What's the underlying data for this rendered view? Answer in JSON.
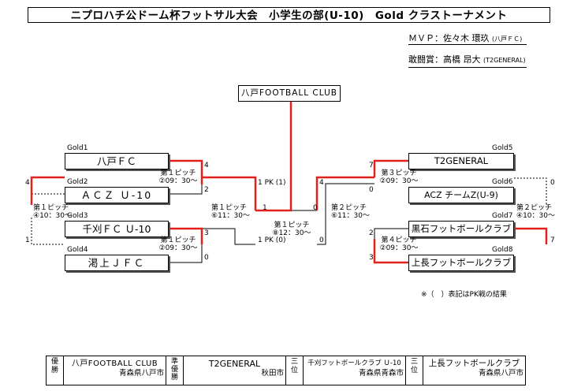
{
  "title": "ニプロハチ公ドーム杯フットサル大会　小学生の部(U-10)　Gold クラストーナメント",
  "awards": {
    "mvp_label": "ＭＶＰ：",
    "mvp_name": "佐々木 環玖",
    "mvp_team": "(八戸ＦＣ)",
    "fighting_label": "敢闘賞：",
    "fighting_name": "高橋 昂大",
    "fighting_team": "(T2GENERAL)"
  },
  "final": {
    "champion": "八戸FOOTBALL CLUB",
    "info": [
      "第１ピッチ",
      "⑧12：30～"
    ]
  },
  "left": {
    "slots": [
      "Gold1",
      "Gold2",
      "Gold3",
      "Gold4"
    ],
    "teams": [
      "八戸ＦＣ",
      "ＡＣＺ Ｕ-10",
      "千刈ＦＣ Ｕ-10",
      "渇上ＪＦＣ"
    ],
    "m1": {
      "info": [
        "第１ピッチ",
        "②09：30～"
      ],
      "s_top": "4",
      "s_bot": "2"
    },
    "m2": {
      "info": [
        "第１ピッチ",
        "②09：30～"
      ],
      "s_top": "3",
      "s_bot": "0"
    },
    "semi": {
      "info": [
        "第１ピッチ",
        "⑥11：30～"
      ],
      "s_top": "1 PK (1)",
      "s_bot": "1 PK (0)"
    },
    "third": {
      "info": [
        "第１ピッチ",
        "④10：30～"
      ],
      "s_top": "4",
      "s_bot": "1"
    }
  },
  "right": {
    "slots": [
      "Gold5",
      "Gold6",
      "Gold7",
      "Gold8"
    ],
    "teams": [
      "T2GENERAL",
      "ACZ チームZ(U-9)",
      "黒石フットボールクラブ",
      "上長フットボールクラブ"
    ],
    "m1": {
      "info": [
        "第３ピッチ",
        "②09：30～"
      ],
      "s_top": "7",
      "s_bot": "0"
    },
    "m2": {
      "info": [
        "第４ピッチ",
        "②09：30～"
      ],
      "s_top": "2",
      "s_bot": "3"
    },
    "semi": {
      "info": [
        "第２ピッチ",
        "⑥11：30～"
      ],
      "s_top": "4",
      "s_bot": "0"
    },
    "third": {
      "info": [
        "第２ピッチ",
        "④10：30～"
      ],
      "s_top": "0",
      "s_bot": "7"
    }
  },
  "final_scores": {
    "left": "1",
    "right": "0"
  },
  "note": "※（　）表記はPK戦の結果",
  "results": {
    "winner_label": "優\n勝",
    "winner_team": "八戸FOOTBALL CLUB",
    "winner_city": "青森県八戸市",
    "runnerup_label": "準\n優\n勝",
    "runnerup_team": "T2GENERAL",
    "runnerup_city": "秋田市",
    "third1_label": "三\n位",
    "third1_team": "千刈フットボールクラブ Ｕ-10",
    "third1_city": "青森県青森市",
    "third2_label": "三\n位",
    "third2_team": "上長フットボールクラブ",
    "third2_city": "青森県八戸市"
  },
  "colors": {
    "win_line": "#e3211c",
    "line": "#000000"
  }
}
